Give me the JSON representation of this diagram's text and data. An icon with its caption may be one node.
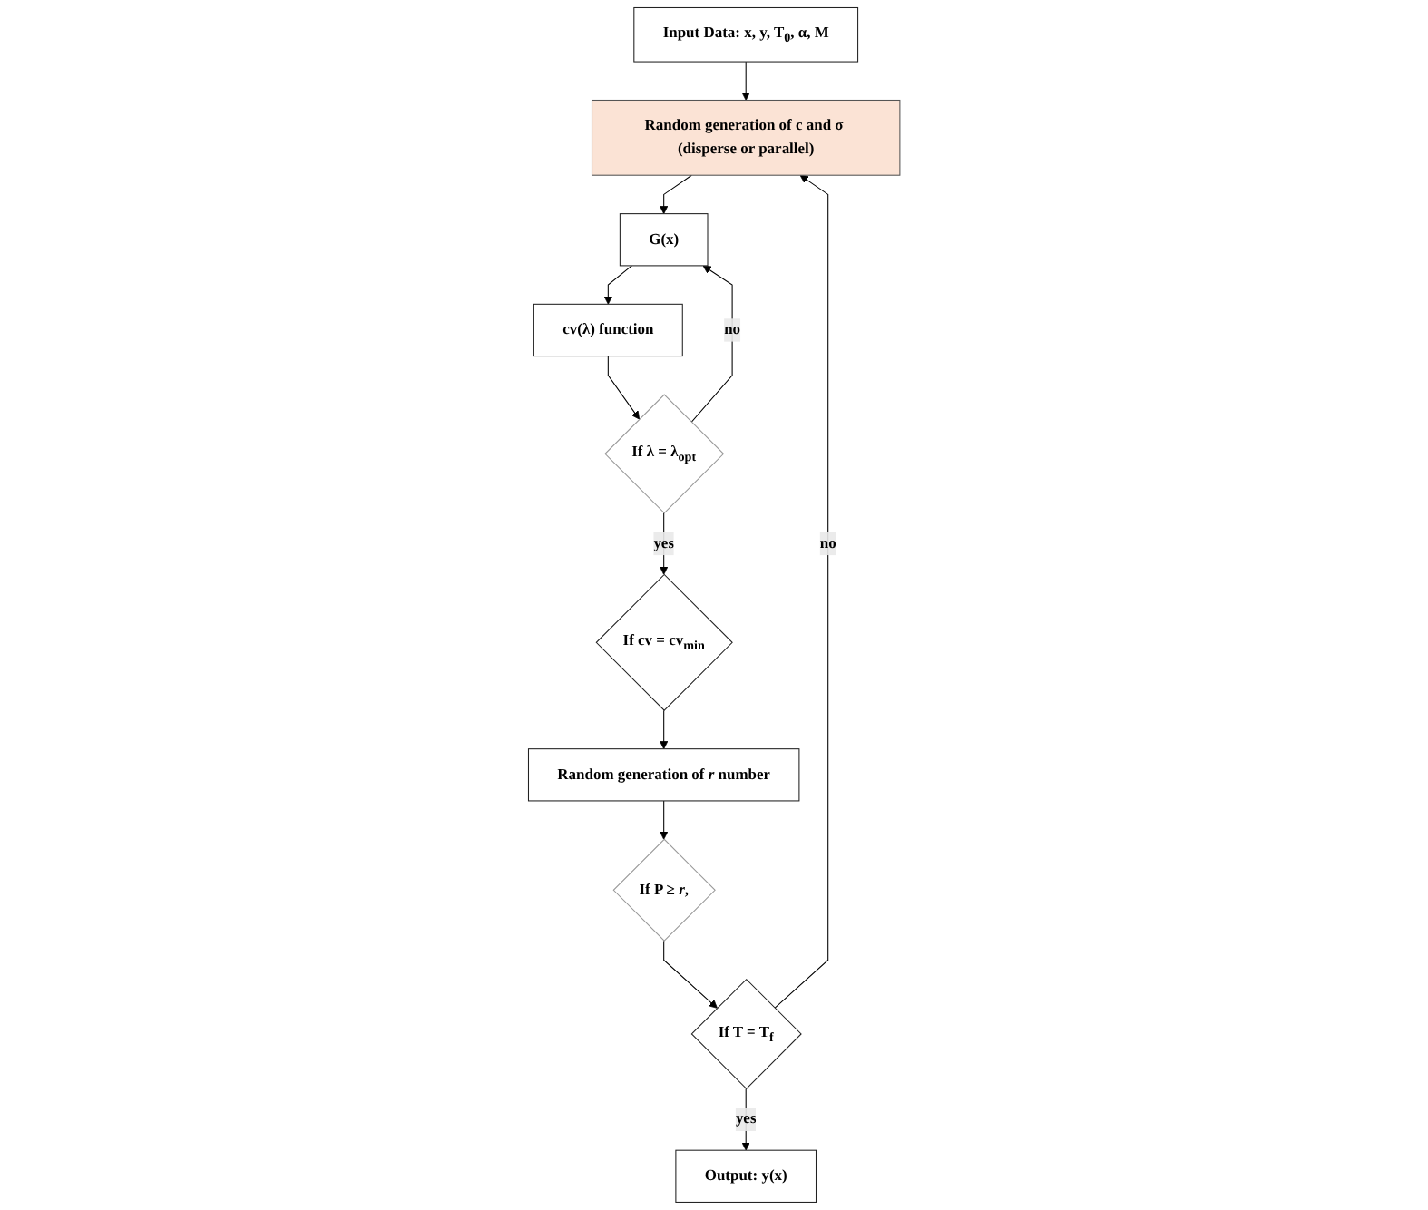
{
  "diagram": {
    "nodes": [
      {
        "text": [
          "Output: y(x)"
        ]
      },
      {
        "text": [
          "Input Data: x, y, T$_{0}$, α, M"
        ]
      },
      {
        "text": [
          "If T = T$_{f}$"
        ]
      },
      {
        "text": [
          "Random generation of c and σ (disperse or parallel)"
        ]
      },
      {
        "text": [
          "If P ≥ *r*,"
        ]
      },
      {
        "text": [
          "G(x)"
        ]
      },
      {
        "text": [
          "Random generation of *r* number"
        ]
      },
      {
        "text": [
          "cv(λ) function"
        ]
      },
      {
        "text": [
          "If cv = cv$_{min}$"
        ]
      },
      {
        "text": [
          "If λ = λ$_{opt}$"
        ]
      }
    ],
    "edges": [
      {
        "from": 1,
        "to": 3,
        "arrow": "to"
      },
      {
        "from": 2,
        "to": 0,
        "arrow": "to",
        "label": "yes"
      },
      {
        "from": 2,
        "to": 3,
        "arrow": "to",
        "label": "no"
      },
      {
        "from": 3,
        "to": 5,
        "arrow": "to"
      },
      {
        "from": 4,
        "to": 2,
        "arrow": "to"
      },
      {
        "from": 5,
        "to": 7,
        "arrow": "to"
      },
      {
        "from": 6,
        "to": 4,
        "arrow": "to"
      },
      {
        "from": 7,
        "to": 9,
        "arrow": "to"
      },
      {
        "from": 8,
        "to": 6,
        "arrow": "to"
      },
      {
        "from": 9,
        "to": 8,
        "arrow": "to",
        "label": "yes"
      },
      {
        "from": 9,
        "to": 5,
        "arrow": "to",
        "label": "no"
      }
    ]
  }
}
